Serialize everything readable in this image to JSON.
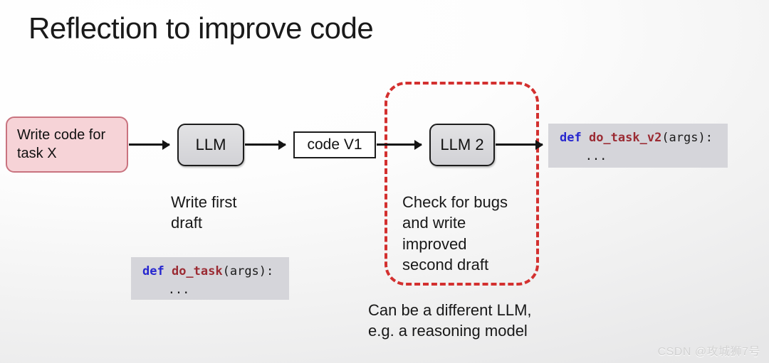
{
  "slide": {
    "title": "Reflection to improve code",
    "watermark": "CSDN @攻城狮7号"
  },
  "nodes": {
    "prompt": {
      "label": "Write code for task X",
      "fill": "#f6d3d7",
      "stroke": "#c9737f"
    },
    "llm1": {
      "label": "LLM",
      "fill": "#d8d8dc",
      "stroke": "#1c1c1c"
    },
    "code_v1": {
      "label": "code V1",
      "fill": "#ffffff",
      "stroke": "#1c1c1c"
    },
    "llm2": {
      "label": "LLM 2",
      "fill": "#d8d8dc",
      "stroke": "#1c1c1c"
    }
  },
  "captions": {
    "first_draft": "Write first\ndraft",
    "check_bugs": "Check for bugs\nand write\nimproved\nsecond draft",
    "different_llm": "Can be a different LLM,\ne.g. a reasoning model"
  },
  "code_blocks": {
    "v1": {
      "keyword": "def",
      "function": " do_task",
      "signature": "(args):",
      "body": "...",
      "keyword_color": "#2727cf",
      "function_color": "#9b2b33",
      "background": "#d5d5da"
    },
    "v2": {
      "keyword": "def",
      "function": " do_task_v2",
      "signature": "(args):",
      "body": "...",
      "keyword_color": "#2727cf",
      "function_color": "#9b2b33",
      "background": "#d5d5da"
    }
  },
  "region": {
    "reflection_label": "reflection-region",
    "stroke": "#d3302f"
  }
}
